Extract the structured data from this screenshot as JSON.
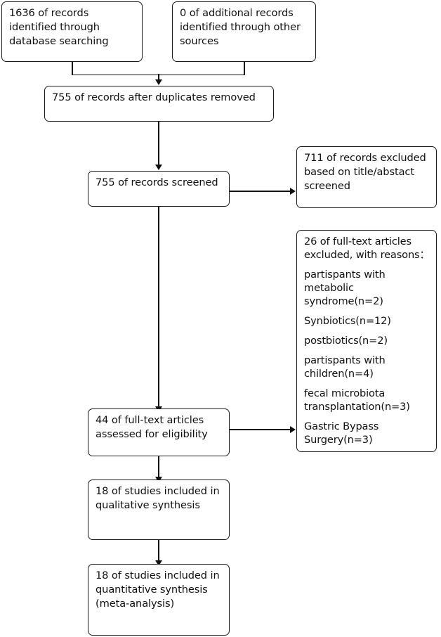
{
  "diagram": {
    "type": "prisma-flow-diagram",
    "nodes": {
      "identification_database": "1636 of records identified through database searching",
      "identification_other": "0 of additional records identified through other sources",
      "duplicates_removed": "755 of records after duplicates removed",
      "records_screened": "755 of records screened",
      "records_excluded": "711 of records excluded based on title/abstact screened",
      "fulltext_assessed": "44 of full-text articles assessed for eligibility",
      "included_qualitative": "18 of studies included in qualitative synthesis",
      "included_quantitative": "18 of studies included in quantitative synthesis (meta-analysis)"
    },
    "exclusions": {
      "heading": "26 of full-text articles excluded, with reasons：",
      "reasons": [
        "partispants with metabolic syndrome(n=2)",
        "Synbiotics(n=12)",
        "postbiotics(n=2)",
        "partispants with children(n=4)",
        "fecal microbiota transplantation(n=3)",
        "Gastric Bypass Surgery(n=3)"
      ]
    },
    "colors": {
      "stroke": "#1a1a1a",
      "background": "#ffffff",
      "text": "#111111"
    }
  }
}
